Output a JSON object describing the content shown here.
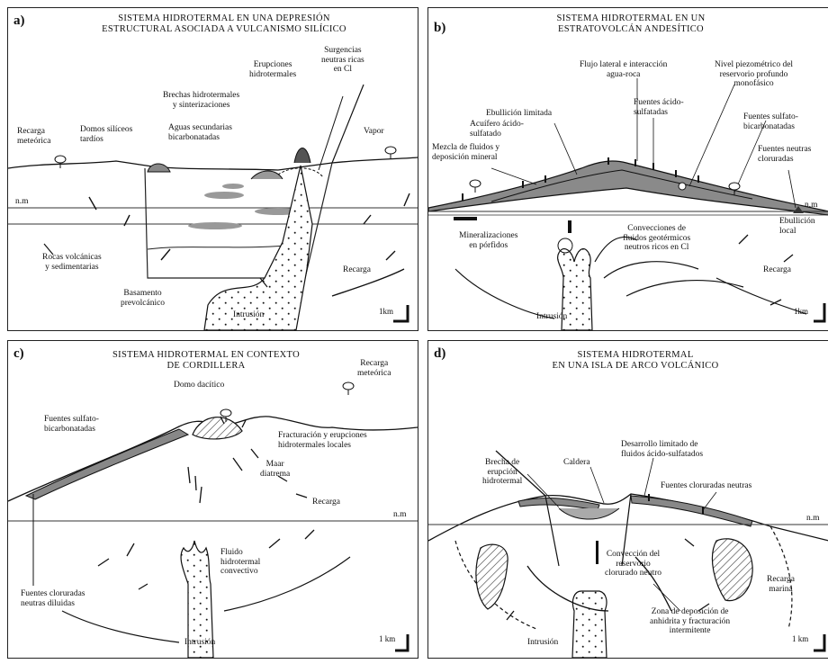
{
  "panels": [
    {
      "letter": "a)",
      "title": [
        "SISTEMA HIDROTERMAL EN UNA DEPRESIÓN",
        "ESTRUCTURAL ASOCIADA A VULCANISMO SILÍCICO"
      ],
      "labels": {
        "recarga_meteorica": [
          "Recarga",
          "meteórica"
        ],
        "domos": [
          "Domos silíceos",
          "tardíos"
        ],
        "brechas": [
          "Brechas hidrotermales",
          "y sinterizaciones"
        ],
        "erupciones": [
          "Erupciones",
          "hidrotermales"
        ],
        "surgencias": [
          "Surgencias",
          "neutras ricas",
          "en Cl"
        ],
        "aguas": [
          "Aguas secundarias",
          "bicarbonatadas"
        ],
        "vapor": "Vapor",
        "nm": "n.m",
        "rocas": [
          "Rocas volcánicas",
          "y sedimentarias"
        ],
        "basamento": [
          "Basamento",
          "prevolcánico"
        ],
        "intrusion": "Intrusión",
        "recarga": "Recarga",
        "scale": "1km"
      }
    },
    {
      "letter": "b)",
      "title": [
        "SISTEMA HIDROTERMAL EN UN",
        "ESTRATOVOLCÁN ANDESÍTICO"
      ],
      "labels": {
        "flujo": [
          "Flujo lateral e interacción",
          "agua-roca"
        ],
        "nivel": [
          "Nivel piezométrico del",
          "reservorio profundo",
          "monofásico"
        ],
        "ebullicion_lim": "Ebullición limitada",
        "acuifero": [
          "Acuífero ácido-",
          "sulfatado"
        ],
        "fuentes_acido": [
          "Fuentes ácido-",
          "sulfatadas"
        ],
        "fuentes_sulfato": [
          "Fuentes sulfato-",
          "bicarbonatadas"
        ],
        "mezcla": [
          "Mezcla de fluidos y",
          "deposición mineral"
        ],
        "fuentes_neutras": [
          "Fuentes neutras",
          "cloruradas"
        ],
        "nm": "n.m",
        "ebullicion_local": [
          "Ebullición",
          "local"
        ],
        "mineralizaciones": [
          "Mineralizaciones",
          "en pórfidos"
        ],
        "convecciones": [
          "Convecciones de",
          "fluidos geotérmicos",
          "neutros ricos en Cl"
        ],
        "recarga": "Recarga",
        "intrusion": "Intrusión",
        "scale": "1km"
      }
    },
    {
      "letter": "c)",
      "title": [
        "SISTEMA HIDROTERMAL EN CONTEXTO",
        "DE CORDILLERA"
      ],
      "labels": {
        "recarga_meteorica": [
          "Recarga",
          "meteórica"
        ],
        "domo": "Domo dacítico",
        "fuentes_sulfato": [
          "Fuentes sulfato-",
          "bicarbonatadas"
        ],
        "fracturacion": [
          "Fracturación y erupciones",
          "hidrotermales locales"
        ],
        "maar": [
          "Maar",
          "diatrema"
        ],
        "recarga": "Recarga",
        "nm": "n.m",
        "fluido": [
          "Fluido",
          "hidrotermal",
          "convectivo"
        ],
        "fuentes_cloruradas": [
          "Fuentes cloruradas",
          "neutras diluidas"
        ],
        "intrusion": "Intrusión",
        "scale": "1 km"
      }
    },
    {
      "letter": "d)",
      "title": [
        "SISTEMA HIDROTERMAL",
        "EN UNA ISLA DE ARCO VOLCÁNICO"
      ],
      "labels": {
        "desarrollo": [
          "Desarrollo limitado de",
          "fluidos ácido-sulfatados"
        ],
        "brecha": [
          "Brecha de",
          "erupción",
          "hidrotermal"
        ],
        "caldera": "Caldera",
        "fuentes_cloruradas": "Fuentes cloruradas neutras",
        "nm": "n.m",
        "conveccion": [
          "Convección del",
          "reservorio",
          "clorurado neutro"
        ],
        "recarga_marina": [
          "Recarga",
          "marina"
        ],
        "zona": [
          "Zona de deposición de",
          "anhidrita y fracturación",
          "intermitente"
        ],
        "intrusion": "Intrusión",
        "scale": "1 km"
      }
    }
  ]
}
